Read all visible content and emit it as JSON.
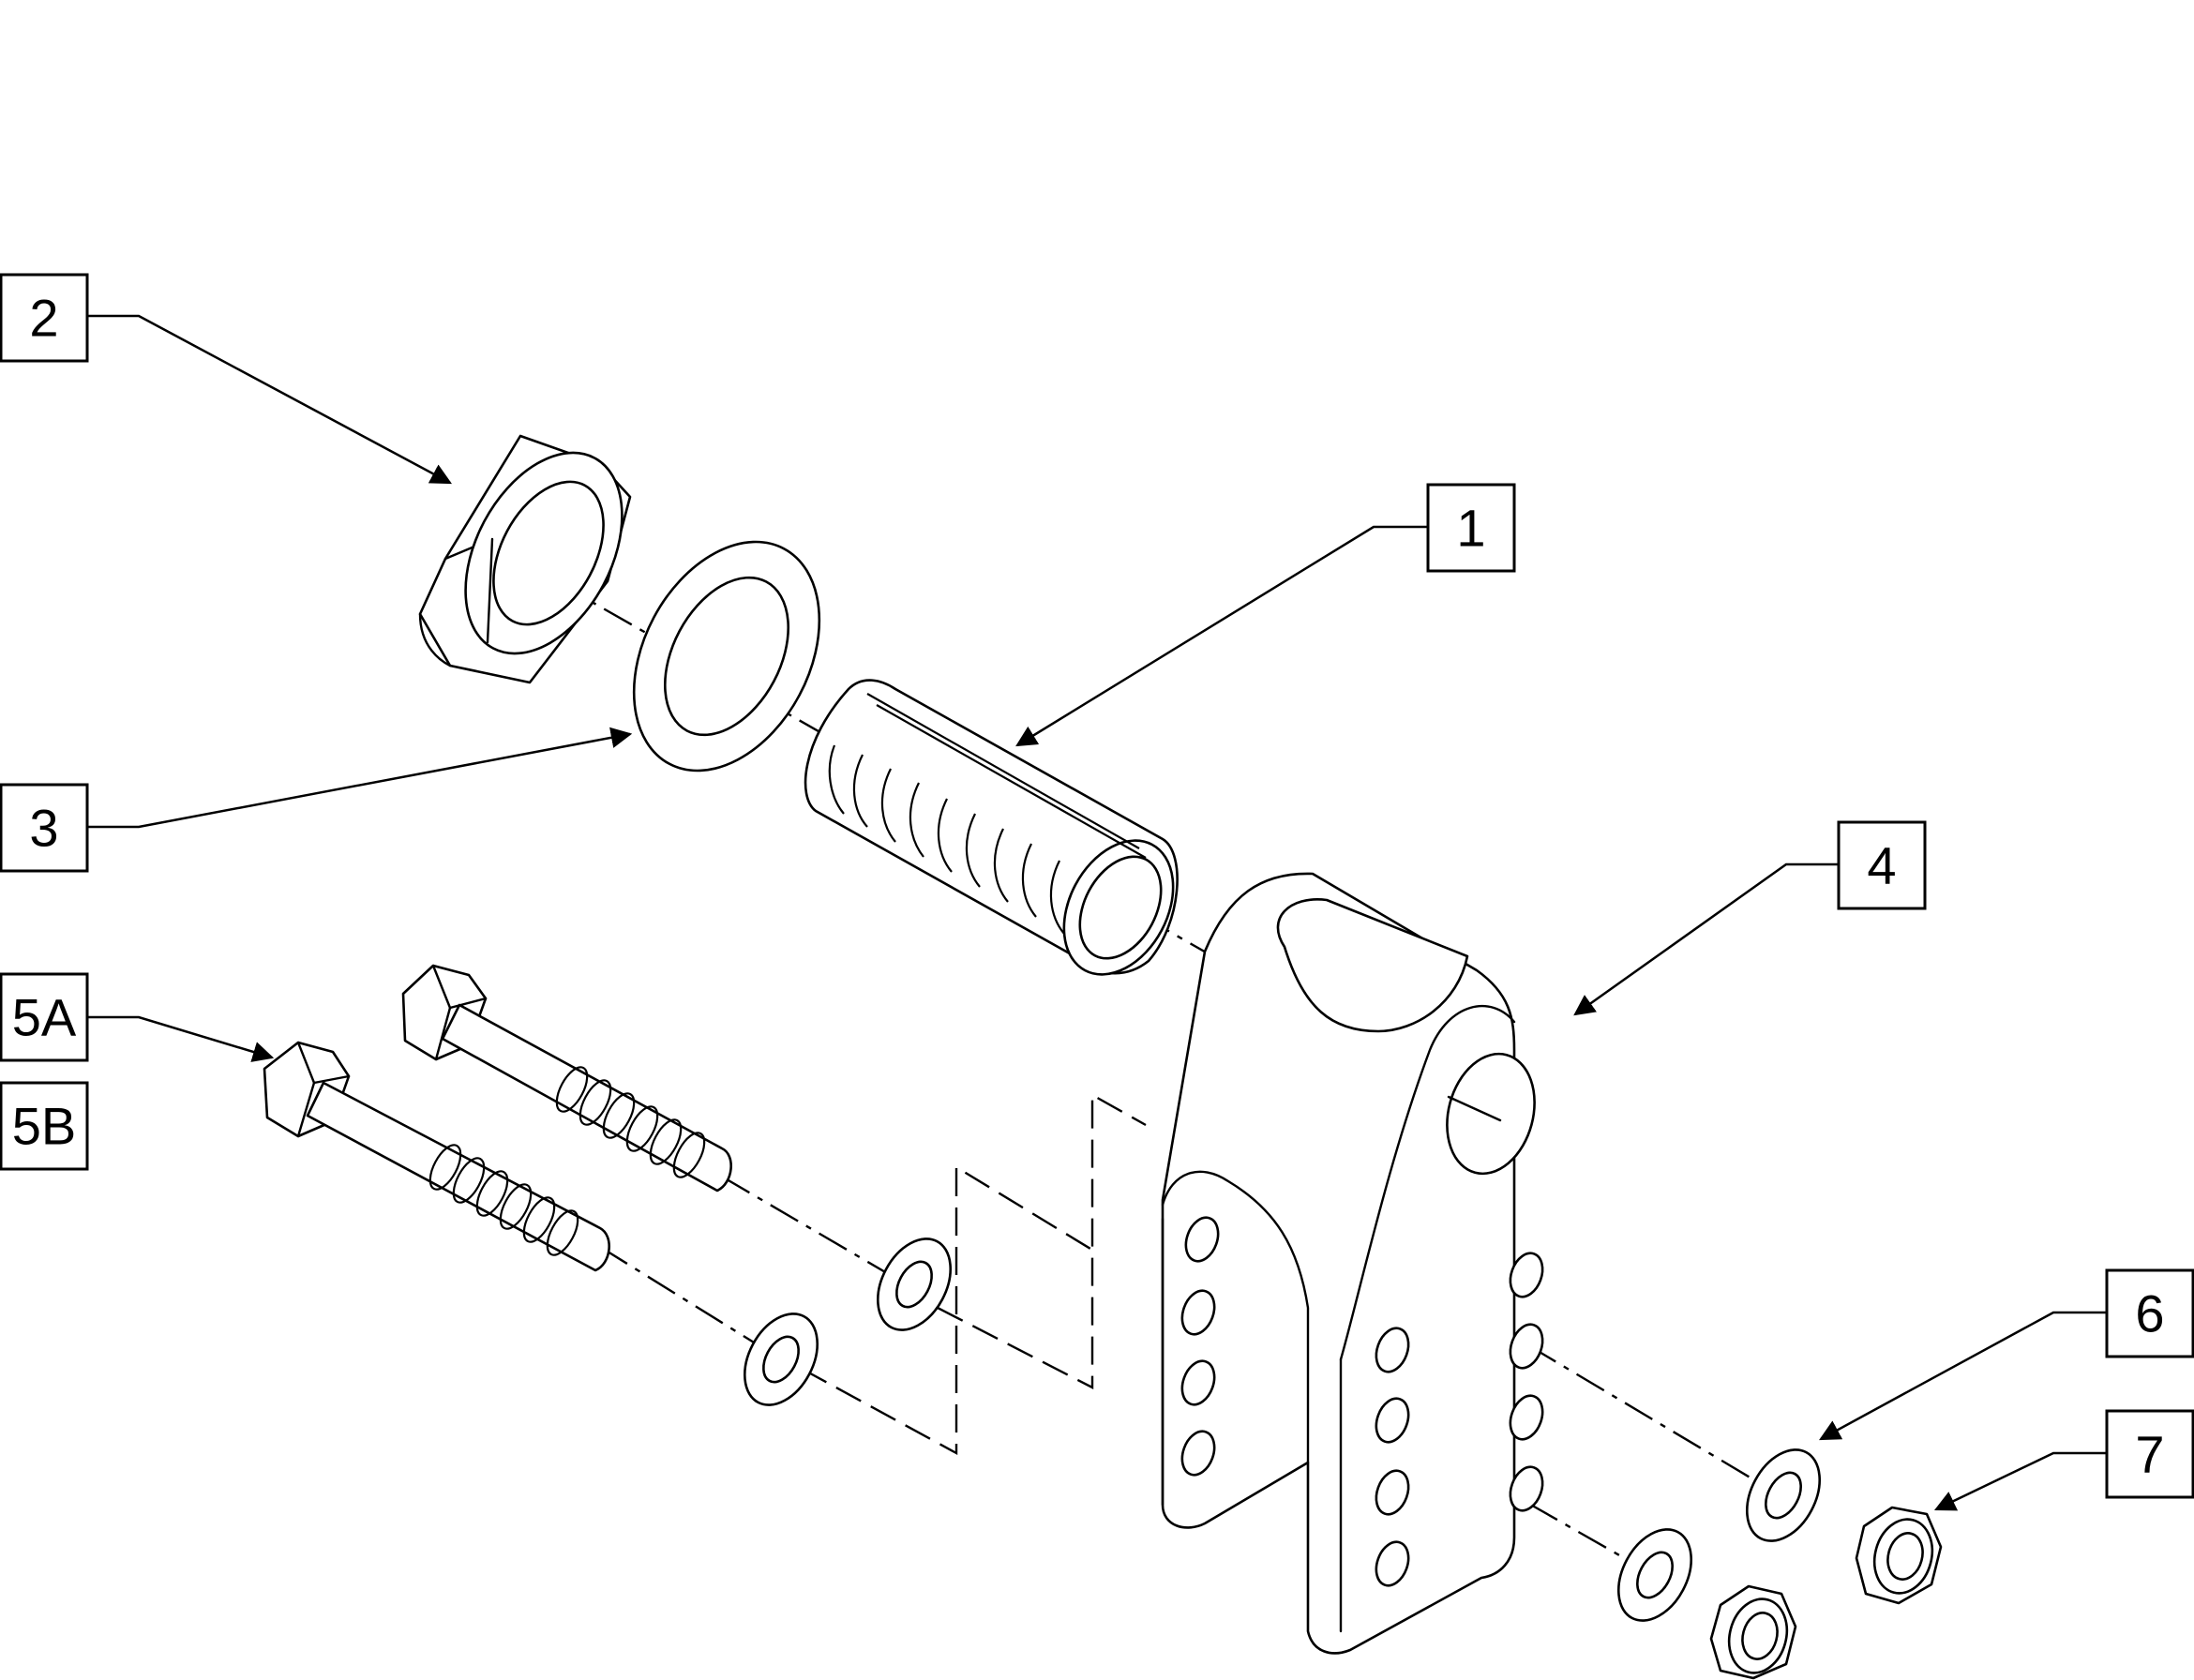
{
  "diagram": {
    "callouts": [
      {
        "id": "1",
        "label": "1"
      },
      {
        "id": "2",
        "label": "2"
      },
      {
        "id": "3",
        "label": "3"
      },
      {
        "id": "4",
        "label": "4"
      },
      {
        "id": "5A",
        "label": "5A"
      },
      {
        "id": "5B",
        "label": "5B"
      },
      {
        "id": "6",
        "label": "6"
      },
      {
        "id": "7",
        "label": "7"
      }
    ]
  }
}
